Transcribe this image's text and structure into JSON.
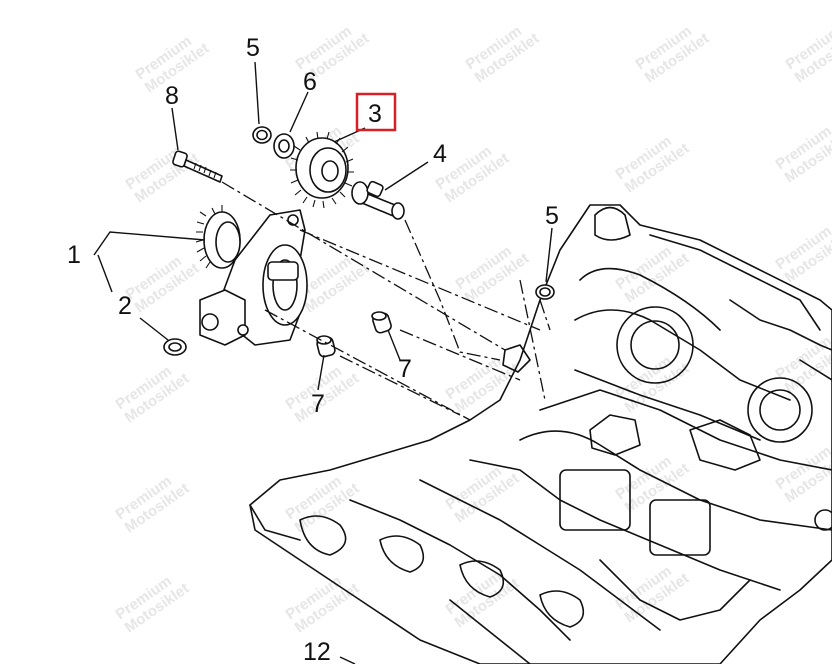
{
  "watermark": {
    "line1": "Premium",
    "line2": "Motosiklet"
  },
  "callouts": {
    "c1": "1",
    "c2": "2",
    "c3": "3",
    "c4": "4",
    "c5a": "5",
    "c5b": "5",
    "c6": "6",
    "c7a": "7",
    "c7b": "7",
    "c8": "8",
    "c12": "12"
  },
  "highlight": {
    "callout": "3",
    "color": "#d91f26"
  },
  "colors": {
    "ink": "#111111",
    "background": "#ffffff",
    "watermark": "#e6e6e6"
  }
}
